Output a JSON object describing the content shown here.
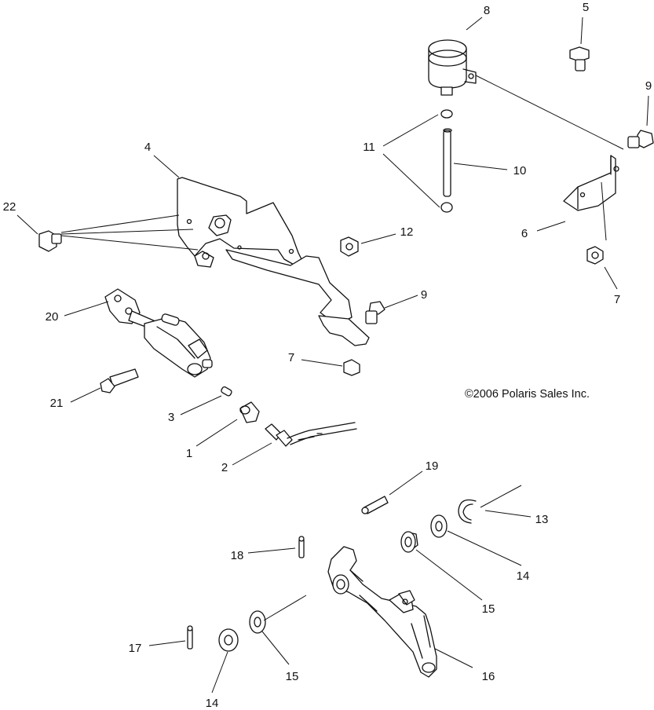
{
  "copyright": "©2006 Polaris Sales Inc.",
  "callouts": [
    "8",
    "5",
    "9",
    "11",
    "10",
    "4",
    "22",
    "6",
    "12",
    "7",
    "9",
    "20",
    "7",
    "21",
    "3",
    "1",
    "2",
    "19",
    "13",
    "18",
    "14",
    "15",
    "17",
    "15",
    "16",
    "14"
  ]
}
